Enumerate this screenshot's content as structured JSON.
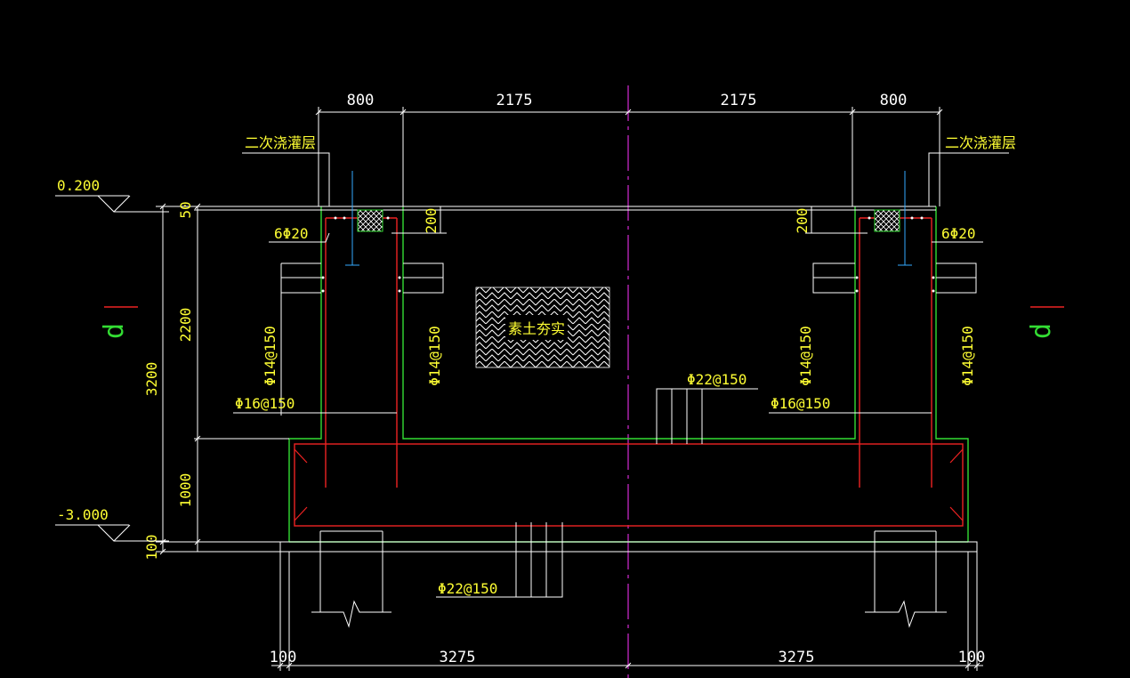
{
  "drawing": {
    "top_dims": [
      "800",
      "2175",
      "2175",
      "800"
    ],
    "bottom_dims": [
      "100",
      "3275",
      "3275",
      "100"
    ],
    "left_dims": [
      "50",
      "2200",
      "3200",
      "1000",
      "100"
    ],
    "dim_200_left": "200",
    "dim_200_right": "200",
    "elevation_top": "0.200",
    "elevation_bottom": "-3.000",
    "grout_label_left": "二次浇灌层",
    "grout_label_right": "二次浇灌层",
    "fill_label": "素土夯实",
    "rebar_6phi20_left": "6Φ20",
    "rebar_6phi20_right": "6Φ20",
    "rebar_phi14_labels": [
      "Φ14@150",
      "Φ14@150",
      "Φ14@150",
      "Φ14@150"
    ],
    "rebar_phi16_left": "Φ16@150",
    "rebar_phi16_right": "Φ16@150",
    "rebar_phi22_top": "Φ22@150",
    "rebar_phi22_bottom": "Φ22@150",
    "section_mark_left": "d",
    "section_mark_right": "d"
  },
  "colors": {
    "background": "#000000",
    "concrete_outline": "#33dd33",
    "rebar": "#ee2222",
    "dimension": "#ffffff",
    "annotation": "#ffff33",
    "centerline": "#ff33ff",
    "hatch": "#ffffff"
  }
}
